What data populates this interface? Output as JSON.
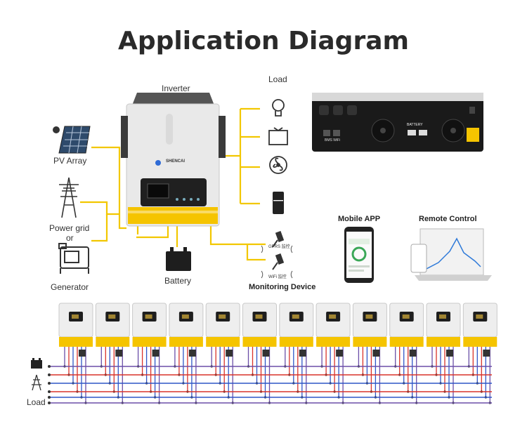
{
  "title": "Application Diagram",
  "labels": {
    "inverter": "Inverter",
    "load_top": "Load",
    "pv_array": "PV Array",
    "power_grid": "Power grid",
    "or": "or",
    "generator": "Generator",
    "battery": "Battery",
    "monitoring_device": "Monitoring Device",
    "gprs": "GPRS 监控",
    "wifi": "WiFi 监控",
    "mobile_app": "Mobile APP",
    "remote_control": "Remote Control",
    "load_bottom": "Load",
    "brand": "SHENCAI",
    "battery_port": "BATTERY",
    "bms_wifi": "BMS  WiFi"
  },
  "parallel_units": 12,
  "colors": {
    "connector": "#f2c700",
    "accent_yellow": "#f5c400",
    "bus_red": "#d9332a",
    "bus_blue": "#2f56c7",
    "bus_purple": "#6b4fa8"
  },
  "icons": [
    "solar-panel-icon",
    "pylon-icon",
    "generator-icon",
    "battery-icon",
    "bulb-icon",
    "tv-icon",
    "fan-icon",
    "fridge-icon",
    "gprs-icon",
    "wifi-icon",
    "phone-icon",
    "laptop-icon"
  ]
}
